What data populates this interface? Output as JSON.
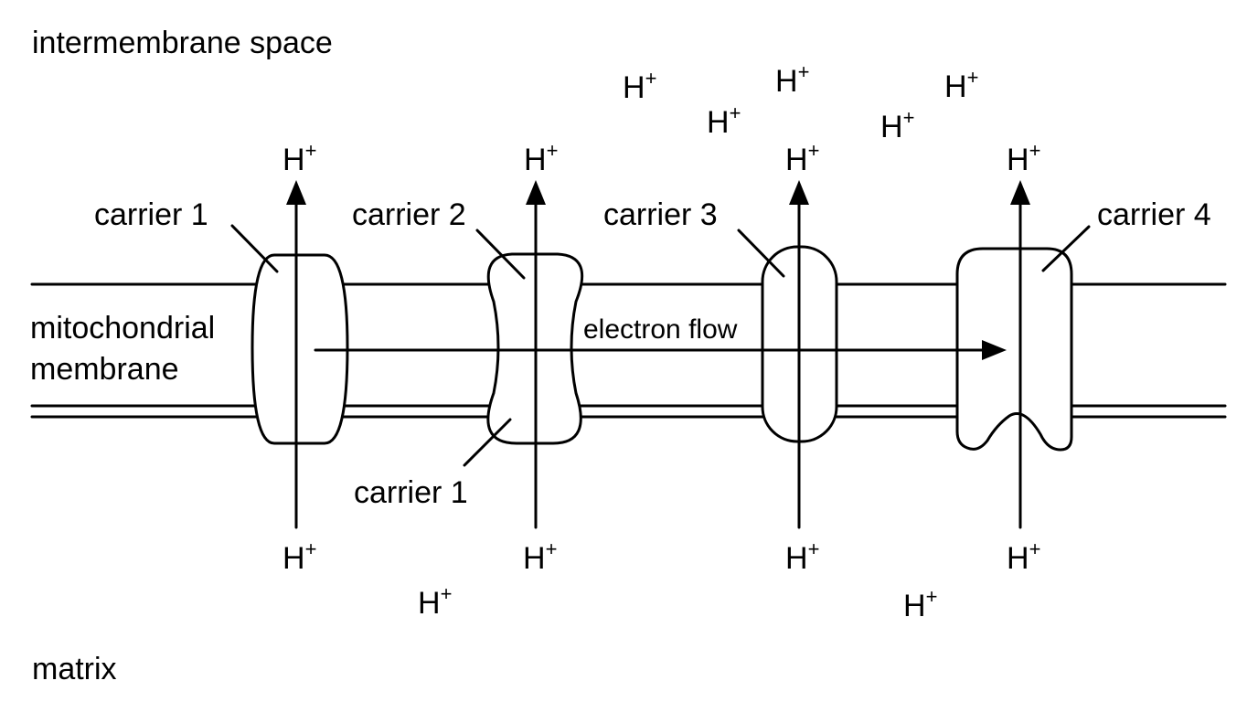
{
  "regions": {
    "intermembrane": "intermembrane space",
    "membrane_line1": "mitochondrial",
    "membrane_line2": "membrane",
    "matrix": "matrix"
  },
  "carriers": {
    "carrier1_top": "carrier 1",
    "carrier2": "carrier 2",
    "carrier3": "carrier 3",
    "carrier4": "carrier 4",
    "carrier1_bottom": "carrier 1"
  },
  "electron_flow": "electron flow",
  "ion": {
    "symbol": "H",
    "charge": "+"
  }
}
